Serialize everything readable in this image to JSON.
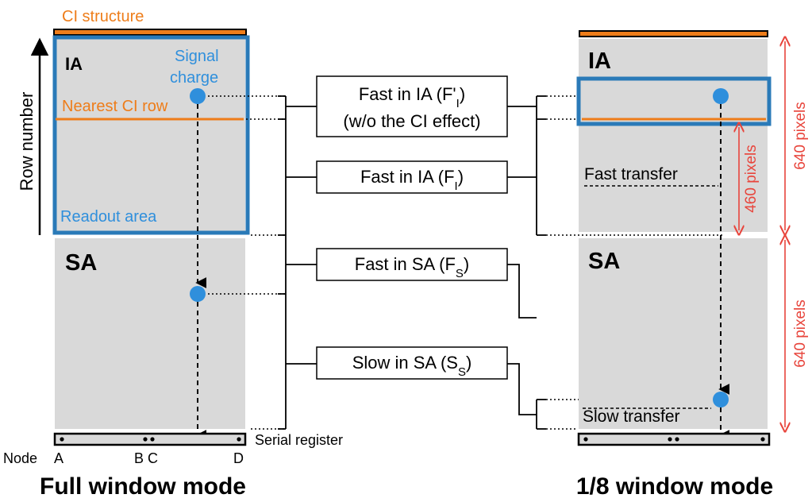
{
  "colors": {
    "orange": "#ee7d1a",
    "blue": "#2a7ab8",
    "dot_blue": "#2f8fdc",
    "gray": "#d9d9d9",
    "red": "#e8453c",
    "black": "#000000"
  },
  "left": {
    "ci_label": "CI structure",
    "ia_label": "IA",
    "sa_label": "SA",
    "signal_label_1": "Signal",
    "signal_label_2": "charge",
    "nearest_label": "Nearest CI row",
    "readout_label": "Readout area",
    "row_number_label": "Row number",
    "serial_label": "Serial register",
    "node_label": "Node",
    "node_a": "A",
    "node_bc": "B C",
    "node_d": "D",
    "mode_title": "Full window mode"
  },
  "middle": {
    "box1_line1_main": "Fast in IA (F'",
    "box1_line1_sub": "I",
    "box1_line1_end": ")",
    "box1_line2": "(w/o the CI effect)",
    "box2_main": "Fast in IA (F",
    "box2_sub": "I",
    "box2_end": ")",
    "box3_main": "Fast in SA (F",
    "box3_sub": "S",
    "box3_end": ")",
    "box4_main": "Slow in SA (S",
    "box4_sub": "S",
    "box4_end": ")"
  },
  "right": {
    "ia_label": "IA",
    "sa_label": "SA",
    "fast_transfer": "Fast transfer",
    "slow_transfer": "Slow transfer",
    "dim_460": "460 pixels",
    "dim_640_top": "640 pixels",
    "dim_640_bottom": "640 pixels",
    "mode_title": "1/8 window mode"
  }
}
